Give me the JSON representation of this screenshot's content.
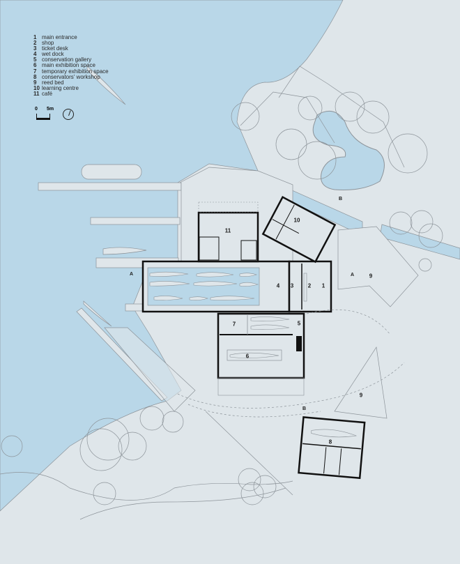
{
  "colors": {
    "land": "#dfe6ea",
    "water": "#b9d7e8",
    "walls": "#111111",
    "lines": "#8c9399"
  },
  "legend": {
    "items": [
      {
        "num": "1",
        "label": "main entrance"
      },
      {
        "num": "2",
        "label": "shop"
      },
      {
        "num": "3",
        "label": "ticket desk"
      },
      {
        "num": "4",
        "label": "wet dock"
      },
      {
        "num": "5",
        "label": "conservation gallery"
      },
      {
        "num": "6",
        "label": "main exhibition space"
      },
      {
        "num": "7",
        "label": "temporary exhibition space"
      },
      {
        "num": "8",
        "label": "conservators' workshop"
      },
      {
        "num": "9",
        "label": "reed bed"
      },
      {
        "num": "10",
        "label": "learning centre"
      },
      {
        "num": "11",
        "label": "café"
      }
    ]
  },
  "scale_bar": {
    "start": "0",
    "end": "5m"
  },
  "north_arrow": {
    "icon": "north-arrow-icon"
  },
  "plan_labels": {
    "l1": "1",
    "l2": "2",
    "l3": "3",
    "l4": "4",
    "l5": "5",
    "l6": "6",
    "l7": "7",
    "l8": "8",
    "l9a": "9",
    "l9b": "9",
    "l10": "10",
    "l11": "11"
  },
  "section_markers": {
    "a_left": "A",
    "a_right": "A",
    "b_top": "B",
    "b_bottom": "B"
  }
}
